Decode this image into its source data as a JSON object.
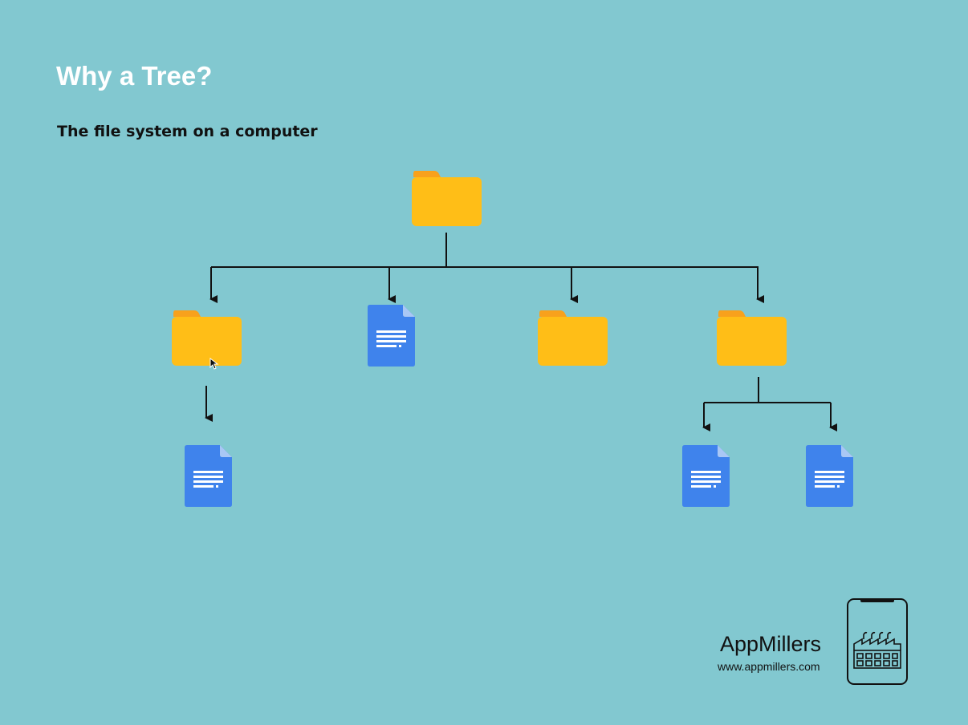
{
  "slide": {
    "title": "Why a Tree?",
    "subtitle": "The file system on a computer"
  },
  "tree": {
    "root": {
      "type": "folder",
      "icon": "folder-icon",
      "children": [
        {
          "type": "folder",
          "icon": "folder-icon",
          "children": [
            {
              "type": "file",
              "icon": "document-icon"
            }
          ]
        },
        {
          "type": "file",
          "icon": "document-icon"
        },
        {
          "type": "folder",
          "icon": "folder-icon",
          "children": []
        },
        {
          "type": "folder",
          "icon": "folder-icon",
          "children": [
            {
              "type": "file",
              "icon": "document-icon"
            },
            {
              "type": "file",
              "icon": "document-icon"
            }
          ]
        }
      ]
    }
  },
  "colors": {
    "background": "#82c8d0",
    "folder_body": "#ffbe17",
    "folder_tab": "#f8a11c",
    "document": "#3f83ec",
    "document_lines": "#ffffff",
    "connector": "#111111"
  },
  "branding": {
    "name": "AppMillers",
    "url": "www.appmillers.com",
    "logo_icon": "phone-factory-icon"
  }
}
